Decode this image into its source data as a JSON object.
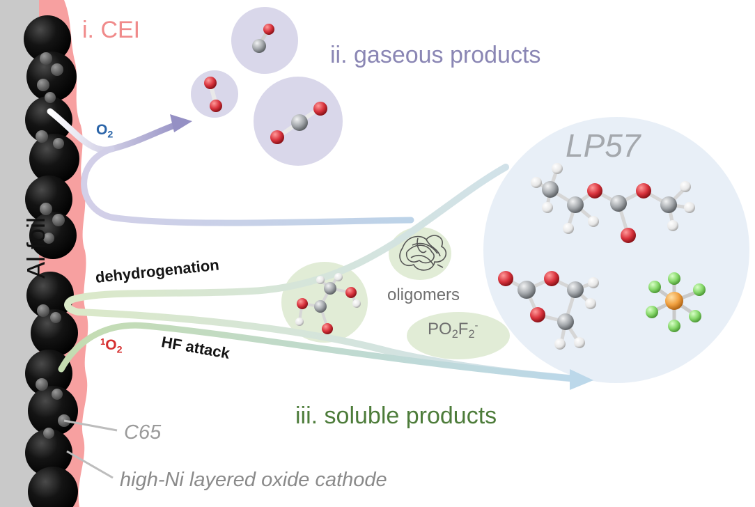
{
  "labels": {
    "cei": "i. CEI",
    "gaseous": "ii. gaseous products",
    "soluble": "iii. soluble products",
    "lp57": "LP57",
    "oligomers": "oligomers",
    "po2f2_base": "PO",
    "po2f2_sub1": "2",
    "po2f2_mid": "F",
    "po2f2_sub2": "2",
    "po2f2_sup": "-",
    "o2_base": "O",
    "o2_sub": "2",
    "singlet_sup": "1",
    "singlet_base": "O",
    "singlet_sub": "2",
    "dehydrogenation": "dehydrogenation",
    "hf_attack": "HF attack",
    "c65": "C65",
    "cathode": "high-Ni layered oxide cathode",
    "al_foil": "Al foil"
  },
  "colors": {
    "cei": "#f7a0a0",
    "gaseous": "#8a86b4",
    "soluble": "#4d7c3a",
    "lp57_bubble": "#e8eff7",
    "gas_bubble": "#d9d7ea",
    "soluble_bubble": "#e1ecd6",
    "carbon_atom": "#9ea2a6",
    "oxygen_atom": "#d8323c",
    "hydrogen_atom": "#f2f2f2",
    "fluorine_atom": "#86d86a",
    "phosphorus_atom": "#f0a040",
    "al_foil": "#c9c9c9",
    "particle": "#111111"
  },
  "molecules": {
    "gaseous": [
      "CO",
      "O2",
      "CO2"
    ],
    "electrolyte": [
      "ethyl methyl carbonate",
      "ethylene carbonate",
      "PF6"
    ],
    "soluble": [
      "glycolic acid",
      "oligomers",
      "PO2F2-"
    ]
  }
}
